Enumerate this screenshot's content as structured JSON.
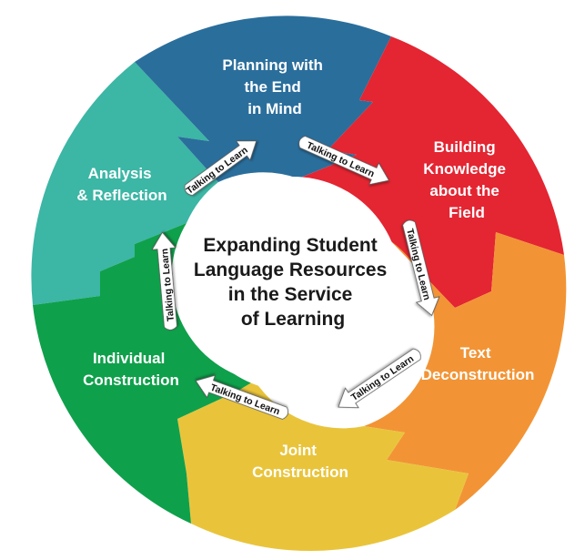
{
  "center": {
    "lines": [
      "Expanding Student",
      "Language Resources",
      "in the Service",
      "of Learning"
    ]
  },
  "segments": [
    {
      "id": "planning",
      "color": "#2a6e9c",
      "lines": [
        "Planning with",
        "the End",
        "in Mind"
      ]
    },
    {
      "id": "building",
      "color": "#e42532",
      "lines": [
        "Building",
        "Knowledge",
        "about the",
        "Field"
      ]
    },
    {
      "id": "deconstruction",
      "color": "#f29435",
      "lines": [
        "Text",
        "Deconstruction"
      ]
    },
    {
      "id": "joint",
      "color": "#e9c43b",
      "lines": [
        "Joint",
        "Construction"
      ]
    },
    {
      "id": "individual",
      "color": "#0fa04b",
      "lines": [
        "Individual",
        "Construction"
      ]
    },
    {
      "id": "analysis",
      "color": "#3cb6a5",
      "lines": [
        "Analysis",
        "& Reflection"
      ]
    }
  ],
  "connector_label": "Talking to Learn",
  "connectors": [
    {
      "from": "analysis",
      "to": "planning",
      "label": "Talking to Learn"
    },
    {
      "from": "planning",
      "to": "building",
      "label": "Talking to Learn"
    },
    {
      "from": "building",
      "to": "deconstruction",
      "label": "Talking to Learn"
    },
    {
      "from": "deconstruction",
      "to": "joint",
      "label": "Talking to Learn"
    },
    {
      "from": "joint",
      "to": "individual",
      "label": "Talking to Learn"
    },
    {
      "from": "individual",
      "to": "analysis",
      "label": "Talking to Learn"
    }
  ]
}
